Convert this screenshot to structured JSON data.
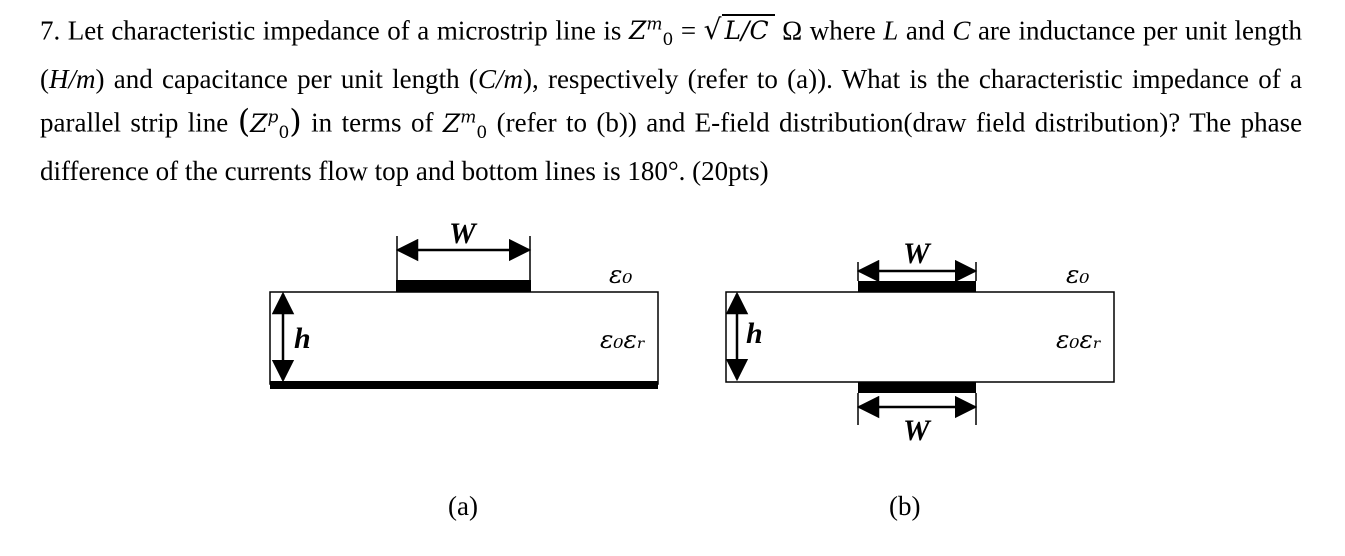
{
  "question": {
    "number": "7.",
    "intro": "Let characteristic impedance of a microstrip line is",
    "z_symbol": "Z",
    "z_sup_m": "m",
    "z_sub_0": "0",
    "equals": "=",
    "sqrt_arg": "L/C",
    "ohm": "Ω",
    "where": "where",
    "L": "L",
    "and": "and",
    "C": "C",
    "are_inductance": "are inductance per unit length (",
    "h_per_m": "H/m",
    "and_capacitance": ") and capacitance per unit length (",
    "c_per_m": "C/m",
    "respectively": "), respectively (refer to (a)). What is the characteristic impedance of a parallel strip line",
    "z_sup_p": "p",
    "in_terms_of": "in terms of",
    "refer_b": "(refer to (b)) and E-field distribution(draw field distribution)? The phase difference of the currents flow top and bottom lines is 180°. (20pts)"
  },
  "figure_a": {
    "caption": "(a)",
    "width_label": "W",
    "height_label": "h",
    "eps_outside": "ε₀",
    "eps_inside": "ε₀εᵣ"
  },
  "figure_b": {
    "caption": "(b)",
    "width_label_top": "W",
    "width_label_bottom": "W",
    "height_label": "h",
    "eps_outside": "ε₀",
    "eps_inside": "ε₀εᵣ"
  },
  "colors": {
    "ink": "#000000",
    "background": "#ffffff"
  }
}
